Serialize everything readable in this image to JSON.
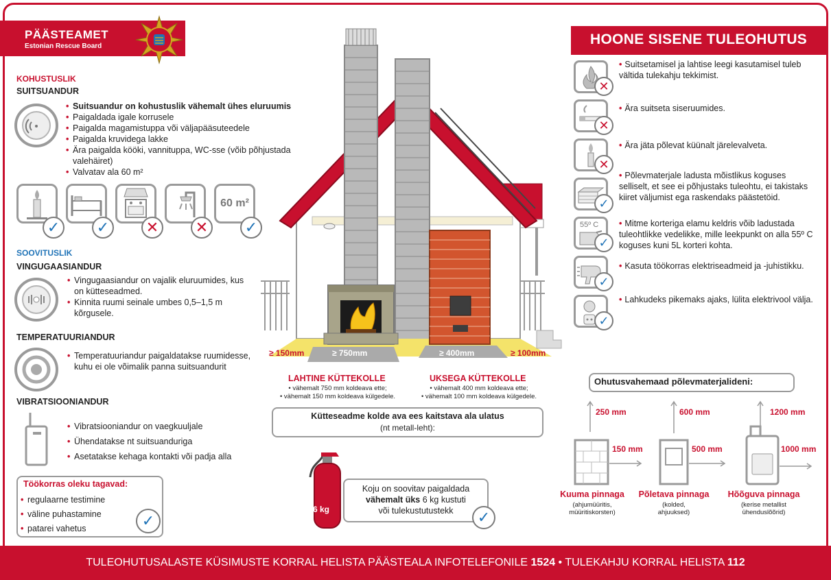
{
  "header": {
    "org_name": "PÄÄSTEAMET",
    "org_subtitle": "Estonian Rescue Board",
    "title": "HOONE SISENE TULEOHUTUS"
  },
  "left": {
    "mandatory_label": "KOHUSTUSLIK",
    "smoke": {
      "title": "SUITSUANDUR",
      "items": [
        "Suitsuandur on kohustuslik vähemalt ühes eluruumis",
        "Paigaldada igale korrusele",
        "Paigalda magamistuppa või väljapääsuteedele",
        "Paigalda kruvidega lakke",
        "Ära paigalda kööki, vannituppa, WC-sse (võib põhjustada valehäiret)",
        "Valvatav ala 60 m²"
      ],
      "icons": [
        {
          "icon": "candle-icon",
          "status": "ok"
        },
        {
          "icon": "bed-icon",
          "status": "ok"
        },
        {
          "icon": "stove-icon",
          "status": "no"
        },
        {
          "icon": "shower-icon",
          "status": "no"
        },
        {
          "icon": "area-icon",
          "label": "60 m²",
          "status": "ok"
        }
      ]
    },
    "recommended_label": "SOOVITUSLIK",
    "co": {
      "title": "VINGUGAASIANDUR",
      "items": [
        "Vingugaasiandur on vajalik eluruumides, kus on kütteseadmed.",
        "Kinnita ruumi seinale umbes 0,5–1,5 m kõrgusele."
      ]
    },
    "temp": {
      "title": "TEMPERATUURIANDUR",
      "items": [
        "Temperatuuriandur paigaldatakse ruumidesse, kuhu ei ole võimalik panna suitsuandurit"
      ]
    },
    "vib": {
      "title": "VIBRATSIOONIANDUR",
      "items": [
        "Vibratsiooniandur on vaegkuuljale",
        "Ühendatakse nt suitsuanduriga",
        "Asetatakse kehaga kontakti või padja alla"
      ]
    },
    "maintenance": {
      "title": "Töökorras oleku tagavad:",
      "items": [
        "regulaarne testimine",
        "väline puhastamine",
        "patarei vahetus"
      ]
    }
  },
  "center": {
    "dims": {
      "d150": "≥ 150mm",
      "d750": "≥ 750mm",
      "d400": "≥ 400mm",
      "d100": "≥ 100mm"
    },
    "open": {
      "title": "LAHTINE KÜTTEKOLLE",
      "l1": "• vähemalt 750 mm koldeava ette;",
      "l2": "• vähemalt 150 mm koldeava külgedele."
    },
    "closed": {
      "title": "UKSEGA KÜTTEKOLLE",
      "l1": "• vähemalt 400 mm koldeava ette;",
      "l2": "• vähemalt 100 mm koldeava külgedele."
    },
    "protect_box": {
      "l1": "Kütteseadme kolde ava ees kaitstava ala ulatus",
      "l2": "(nt metall-leht):"
    },
    "extinguisher": {
      "label": "6 kg",
      "l1": "Koju on soovitav paigaldada",
      "l2a": "vähemalt üks",
      "l2b": " 6 kg kustuti",
      "l3": "või tulekustutustekk"
    }
  },
  "right": {
    "items": [
      {
        "icon": "flame-icon",
        "status": "no",
        "text": "Suitsetamisel ja lahtise leegi kasutamisel tuleb vältida tulekahju tekkimist."
      },
      {
        "icon": "cigarette-icon",
        "status": "no",
        "text": "Ära suitseta siseruumides."
      },
      {
        "icon": "candle-icon",
        "status": "no",
        "text": "Ära jäta põlevat küünalt järelevalveta."
      },
      {
        "icon": "wood-stack-icon",
        "status": "ok",
        "text": "Põlevmaterjale ladusta mõistlikus koguses selliselt, et see ei põhjustaks tuleohtu, ei takistaks kiiret väljumist ega raskendaks päästetöid."
      },
      {
        "icon": "fuel-can-icon",
        "status": "ok",
        "label": "55º C",
        "text": "Mitme korteriga elamu keldris võib ladustada tuleohtlikke vedelikke, mille leekpunkt on alla 55º C koguses kuni 5L korteri kohta."
      },
      {
        "icon": "hairdryer-icon",
        "status": "ok",
        "text": "Kasuta töökorras elektriseadmeid ja -juhistikku."
      },
      {
        "icon": "socket-icon",
        "status": "ok",
        "text": "Lahkudeks pikemaks ajaks, lülita elektrivool välja."
      }
    ],
    "distances": {
      "title": "Ohutusvahemaad põlevmaterjalideni:",
      "hot": {
        "up": "250 mm",
        "side": "150 mm",
        "title": "Kuuma pinnaga",
        "sub1": "(ahjumüüritis,",
        "sub2": "müüritiskorsten)"
      },
      "burning": {
        "up": "600 mm",
        "side": "500 mm",
        "title": "Põletava pinnaga",
        "sub1": "(kolded,",
        "sub2": "ahjuuksed)"
      },
      "glowing": {
        "up": "1200 mm",
        "side": "1000 mm",
        "title": "Hõõguva pinnaga",
        "sub1": "(kerise metallist",
        "sub2": "ühenduslõõrid)"
      }
    }
  },
  "footer": {
    "text1": "TULEOHUTUSALASTE KÜSIMUSTE KORRAL HELISTA PÄÄSTEALA INFOTELEFONILE ",
    "num1": "1524",
    "text2": " • TULEKAHJU KORRAL HELISTA ",
    "num2": "112"
  },
  "colors": {
    "accent_red": "#c8102e",
    "accent_blue": "#1f73b7",
    "grey": "#9a9a9a"
  }
}
